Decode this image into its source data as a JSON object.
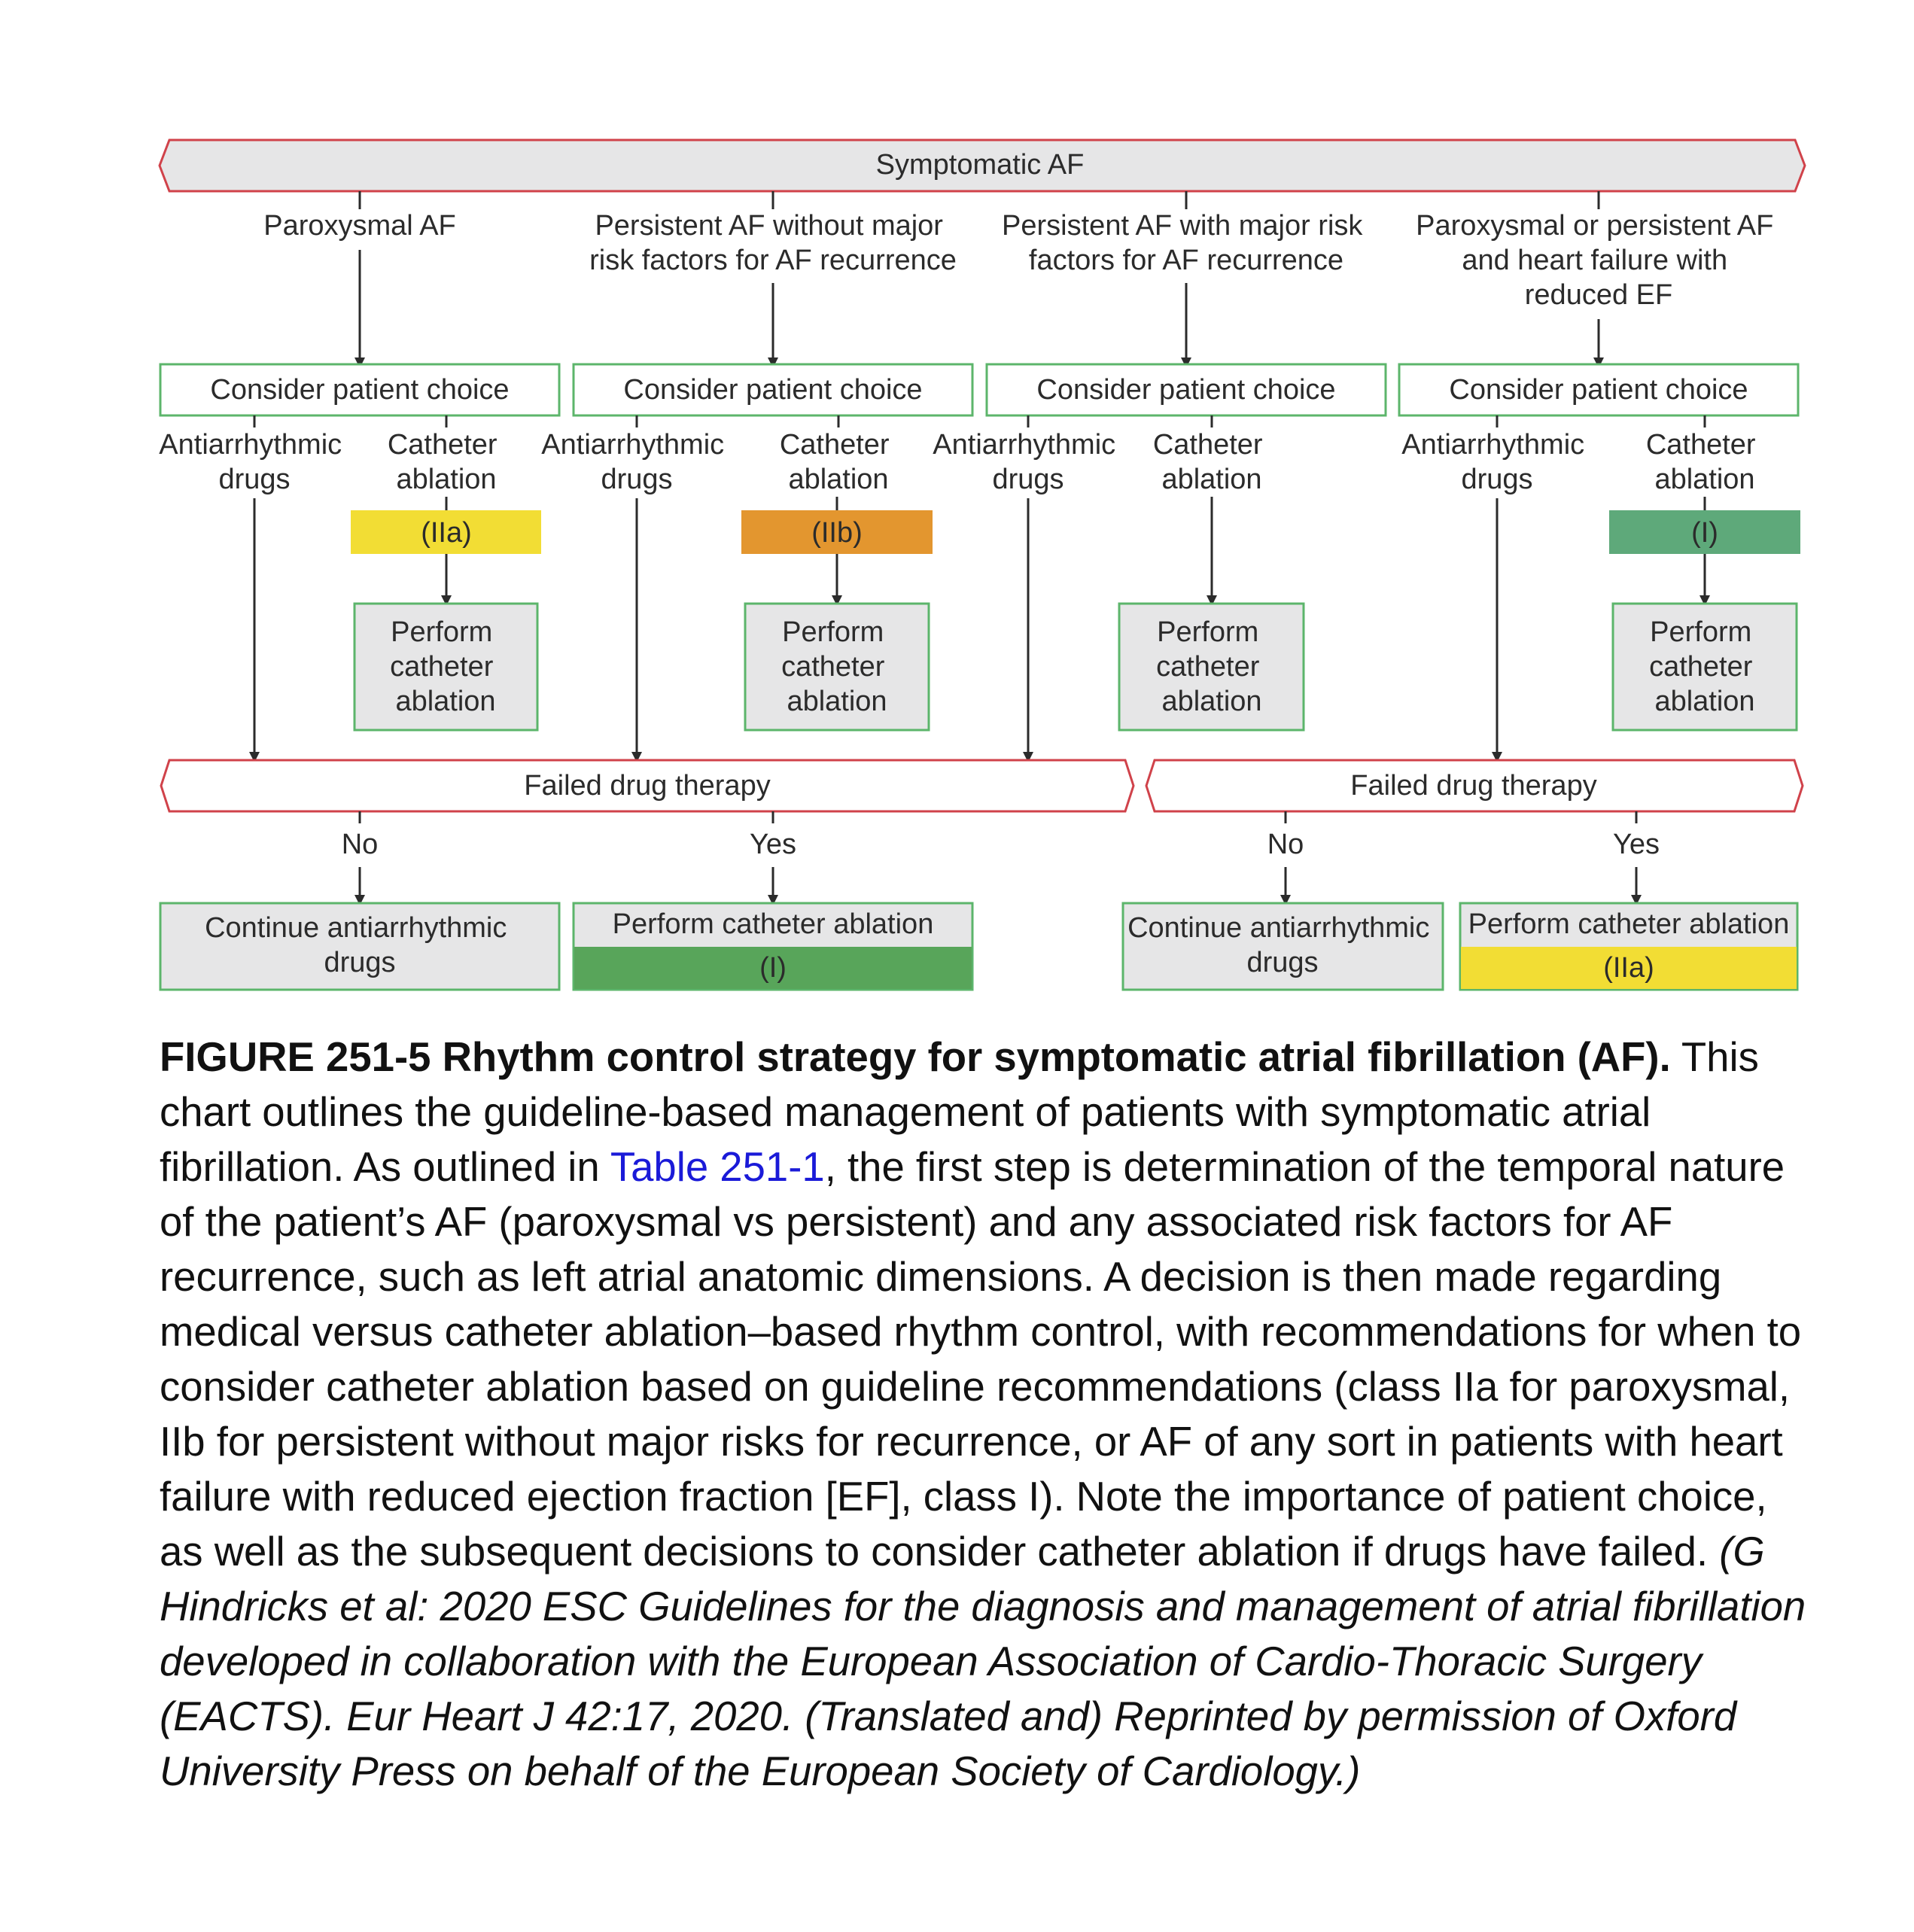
{
  "diagram": {
    "top": "Symptomatic AF",
    "categories": [
      {
        "lines": [
          "Paroxysmal AF"
        ]
      },
      {
        "lines": [
          "Persistent AF without major",
          "risk factors for AF recurrence"
        ]
      },
      {
        "lines": [
          "Persistent AF with major risk",
          "factors for AF recurrence"
        ]
      },
      {
        "lines": [
          "Paroxysmal or persistent AF",
          "and heart failure with",
          "reduced EF"
        ]
      }
    ],
    "consider": "Consider patient choice",
    "antiarrhythmic": [
      "Antiarrhythmic",
      "drugs"
    ],
    "catheter": [
      "Catheter",
      "ablation"
    ],
    "classes": [
      "(IIa)",
      "(IIb)",
      "(I)"
    ],
    "perform_box": [
      "Perform",
      "catheter",
      "ablation"
    ],
    "failed": "Failed drug therapy",
    "no": "No",
    "yes": "Yes",
    "continue": [
      "Continue antiarrhythmic",
      "drugs"
    ],
    "perform_ablation": "Perform catheter ablation",
    "outcome_classes": [
      "(I)",
      "(IIa)"
    ]
  },
  "colors": {
    "red_border": "#d0424a",
    "green_border": "#5cb56b",
    "box_fill": "#e6e6e7",
    "yellow": "#f2dd34",
    "orange": "#e3962f",
    "teal_green": "#5ea97a",
    "green": "#58a55a",
    "link_blue": "#1a1ad8"
  },
  "caption": {
    "label": "FIGURE 251-5 Rhythm control strategy for symptomatic atrial fibrillation (AF).",
    "text1": " This chart outlines the guideline-based management of patients with symptomatic atrial fibrillation. As outlined in ",
    "link": "Table 251-1",
    "text2": ", the first step is determination of the temporal nature of the patient’s AF (paroxysmal vs persistent) and any associated risk factors for AF recurrence, such as left atrial anatomic dimensions. A decision is then made regarding medical versus catheter ablation–based rhythm control, with recommendations for when to consider catheter ablation based on guideline recommendations (class IIa for paroxysmal, IIb for persistent without major risks for recurrence, or AF of any sort in patients with heart failure with reduced ejection fraction [EF], class I). Note the importance of patient choice, as well as the subsequent decisions to consider catheter ablation if drugs have failed. ",
    "citation": "(G Hindricks et al: 2020 ESC Guidelines for the diagnosis and management of atrial fibrillation developed in collaboration with the European Association of Cardio-Thoracic Surgery (EACTS). Eur Heart J 42:17, 2020. (Translated and) Reprinted by permission of Oxford University Press on behalf of the European Society of Cardiology.)"
  }
}
